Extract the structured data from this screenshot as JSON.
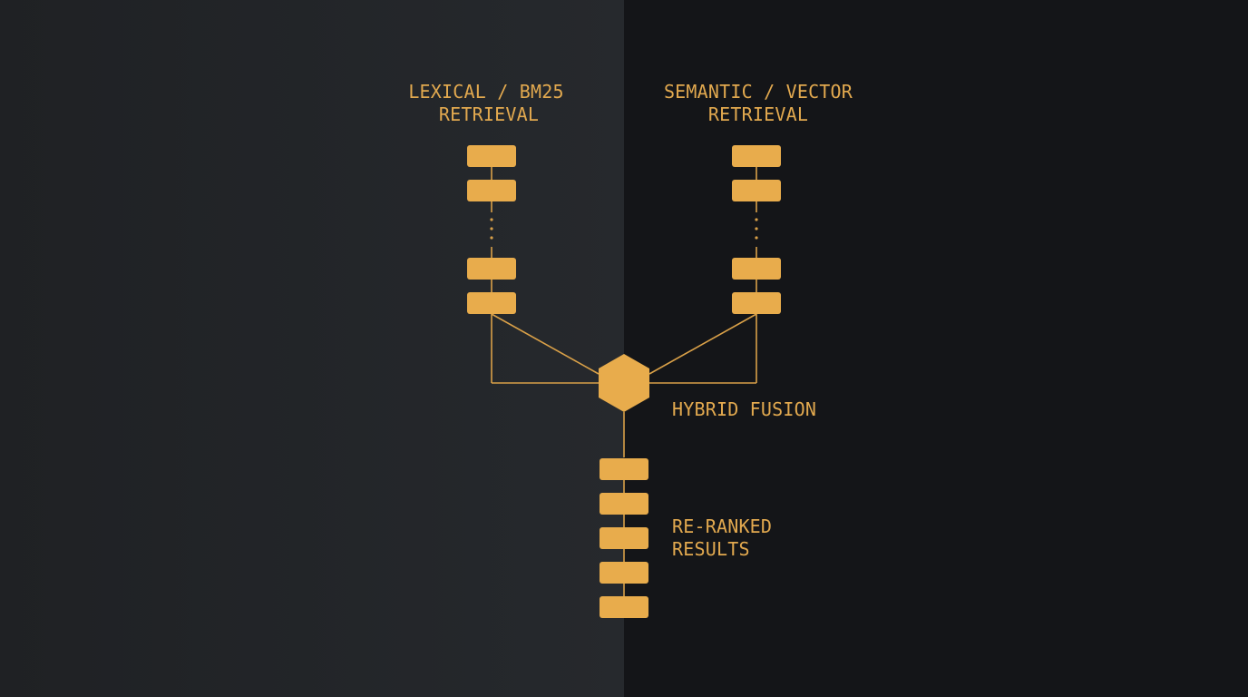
{
  "colors": {
    "accent": "#e8ac4c",
    "line": "#d9a048",
    "text": "#e2a94f",
    "left_background": "#24272b",
    "right_background": "#141518"
  },
  "lexical": {
    "title_line1": "LEXICAL / BM25",
    "title_line2": "RETRIEVAL"
  },
  "semantic": {
    "title_line1": "SEMANTIC / VECTOR",
    "title_line2": "RETRIEVAL"
  },
  "fusion": {
    "label": "HYBRID FUSION",
    "icon": "hexagon-icon"
  },
  "results": {
    "label_line1": "RE-RANKED",
    "label_line2": "RESULTS"
  }
}
